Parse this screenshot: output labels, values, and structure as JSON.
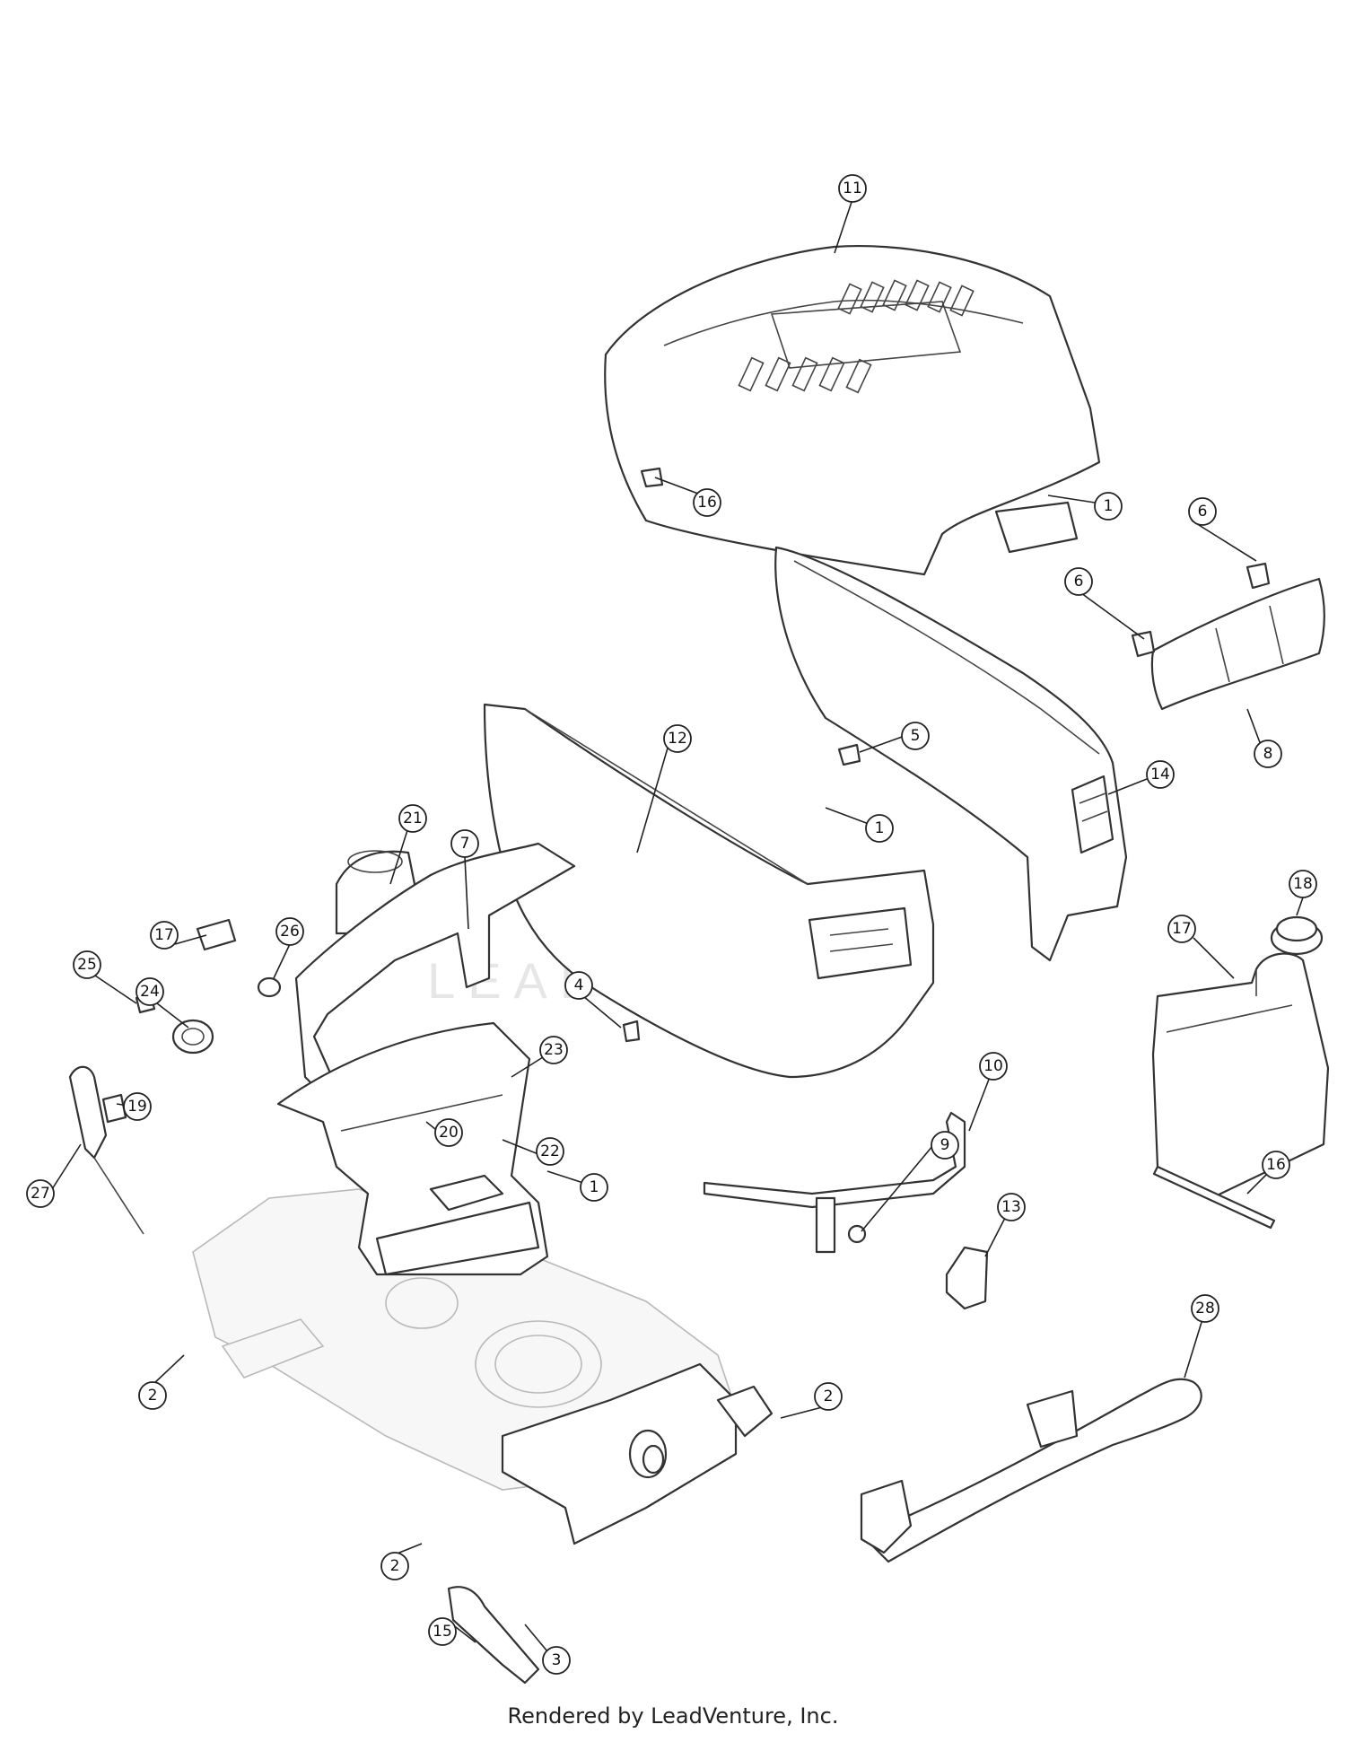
{
  "diagram": {
    "watermark_text": "LEADVENTURE",
    "footer": "Rendered by LeadVenture, Inc.",
    "callouts": [
      {
        "id": "c11a",
        "label": "11"
      },
      {
        "id": "c16a",
        "label": "16"
      },
      {
        "id": "c1a",
        "label": "1"
      },
      {
        "id": "c6a",
        "label": "6"
      },
      {
        "id": "c6b",
        "label": "6"
      },
      {
        "id": "c8",
        "label": "8"
      },
      {
        "id": "c12",
        "label": "12"
      },
      {
        "id": "c5",
        "label": "5"
      },
      {
        "id": "c1b",
        "label": "1"
      },
      {
        "id": "c14",
        "label": "14"
      },
      {
        "id": "c21",
        "label": "21"
      },
      {
        "id": "c7",
        "label": "7"
      },
      {
        "id": "c17a",
        "label": "17"
      },
      {
        "id": "c26",
        "label": "26"
      },
      {
        "id": "c25",
        "label": "25"
      },
      {
        "id": "c24",
        "label": "24"
      },
      {
        "id": "c4",
        "label": "4"
      },
      {
        "id": "c18",
        "label": "18"
      },
      {
        "id": "c17b",
        "label": "17"
      },
      {
        "id": "c23",
        "label": "23"
      },
      {
        "id": "c19",
        "label": "19"
      },
      {
        "id": "c20",
        "label": "20"
      },
      {
        "id": "c27",
        "label": "27"
      },
      {
        "id": "c1c",
        "label": "1"
      },
      {
        "id": "c10",
        "label": "10"
      },
      {
        "id": "c16b",
        "label": "16"
      },
      {
        "id": "c22",
        "label": "22"
      },
      {
        "id": "c13",
        "label": "13"
      },
      {
        "id": "c9",
        "label": "9"
      },
      {
        "id": "c2a",
        "label": "2"
      },
      {
        "id": "c28",
        "label": "28"
      },
      {
        "id": "c2b",
        "label": "2"
      },
      {
        "id": "c2c",
        "label": "2"
      },
      {
        "id": "c15",
        "label": "15"
      },
      {
        "id": "c3",
        "label": "3"
      }
    ]
  }
}
